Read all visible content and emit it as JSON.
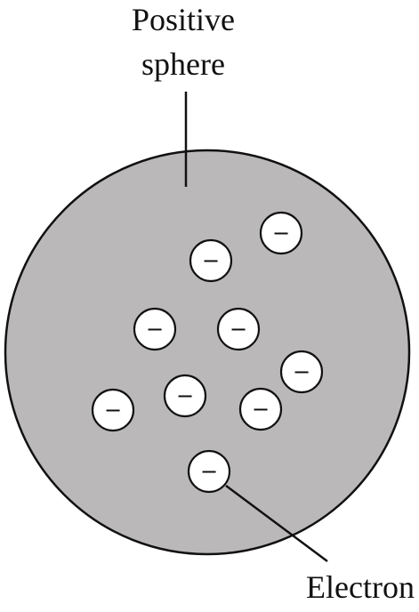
{
  "labels": {
    "sphere_line1": "Positive",
    "sphere_line2": "sphere",
    "electron": "Electron"
  },
  "electron_sign": "−",
  "colors": {
    "sphere_fill": "#bab8b8",
    "electron_fill": "#ffffff",
    "stroke": "#111111"
  }
}
